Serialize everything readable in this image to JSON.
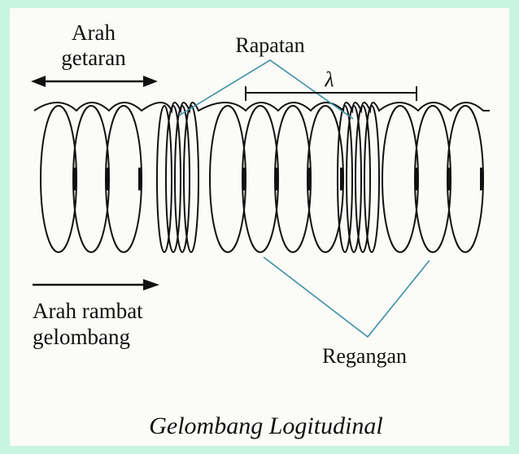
{
  "labels": {
    "vibration_direction_line1": "Arah",
    "vibration_direction_line2": "getaran",
    "compression": "Rapatan",
    "wavelength": "λ",
    "propagation_line1": "Arah rambat",
    "propagation_line2": "gelombang",
    "rarefaction": "Regangan",
    "caption": "Gelombang Logitudinal"
  },
  "colors": {
    "background": "#c8f5df",
    "panel": "#fbfbf8",
    "ink": "#111111",
    "pointer_line": "#3c8fa6"
  }
}
